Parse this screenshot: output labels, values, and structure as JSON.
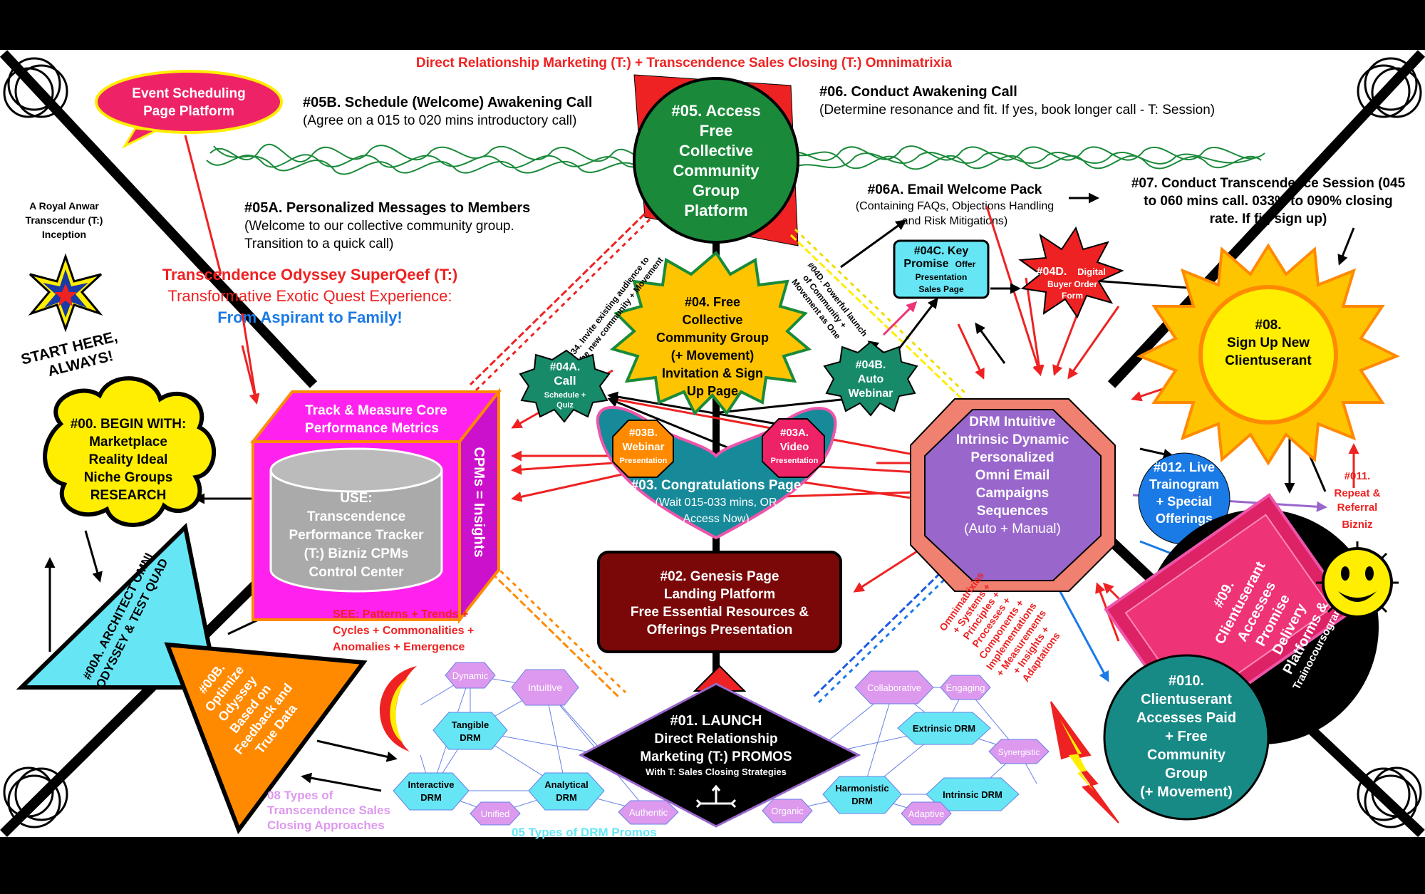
{
  "title": "Direct Relationship Marketing (T:) + Transcendence Sales Closing (T:) Omnimatrixia",
  "inception": [
    "A Royal Anwar",
    "Transcendur (T:)",
    "Inception"
  ],
  "start_here": [
    "START HERE,",
    "ALWAYS!"
  ],
  "event_scheduling": [
    "Event Scheduling",
    "Page Platform"
  ],
  "odyssey": {
    "line1": "Transcendence Odyssey SuperQeef (T:)",
    "line2": "Transformative Exotic Quest Experience:",
    "line3": "From Aspirant to Family!"
  },
  "step05b": {
    "title": "#05B. Schedule (Welcome) Awakening Call",
    "desc": "(Agree on a 015 to 020 mins introductory call)"
  },
  "step06": {
    "title": "#06. Conduct Awakening Call",
    "desc": "(Determine resonance and fit. If yes, book longer call - T: Session)"
  },
  "step05a": {
    "title": "#05A. Personalized Messages to Members",
    "desc1": "(Welcome to our collective community group.",
    "desc2": "Transition to a quick call)"
  },
  "step06a": {
    "title": "#06A. Email Welcome Pack",
    "desc1": "(Containing FAQs, Objections Handling",
    "desc2": "and Risk Mitigations)"
  },
  "step07": {
    "line1": "#07. Conduct Transcendence Session (045",
    "line2": "to 060 mins call. 033% to 090% closing",
    "line3": "rate. If fit, sign up)"
  },
  "step05": [
    "#05. Access",
    "Free",
    "Collective",
    "Community",
    "Group",
    "Platform"
  ],
  "step04": [
    "#04. Free",
    "Collective",
    "Community Group",
    "(+ Movement)",
    "Invitation & Sign",
    "Up Page"
  ],
  "step04a": {
    "title1": "#04A.",
    "title2": "Call",
    "sub1": "Schedule +",
    "sub2": "Quiz"
  },
  "step04b": {
    "title1": "#04B.",
    "title2": "Auto",
    "title3": "Webinar"
  },
  "step04c": {
    "title1": "#04C. Key",
    "title2": "Promise",
    "sub": "Offer",
    "sub2": "Presentation",
    "sub3": "Sales Page"
  },
  "step04d": {
    "title": "#04D.",
    "sub1": "Digital",
    "sub2": "Buyer Order",
    "sub3": "Form"
  },
  "step034": {
    "line1": "#034. Invite existing audience to",
    "line2": "the new community + Movement"
  },
  "step04d_launch": {
    "line1": "#04D. Powerful launch",
    "line2": "of Community +",
    "line3": "Movement as One"
  },
  "step03": {
    "title": "#03. Congratulations Page",
    "desc1": "(Wait 015-033 mins, OR",
    "desc2": "Access Now)"
  },
  "step03b": {
    "t1": "#03B.",
    "t2": "Webinar",
    "sub": "Presentation"
  },
  "step03a": {
    "t1": "#03A.",
    "t2": "Video",
    "sub": "Presentation"
  },
  "tracker": {
    "top1": "Track & Measure Core",
    "top2": "Performance Metrics",
    "side": "CPMs = Insights",
    "use": [
      "USE:",
      "Transcendence",
      "Performance Tracker",
      "(T:) Bizniz CPMs",
      "Control Center"
    ]
  },
  "see": [
    "SEE: Patterns + Trends +",
    "Cycles + Commonalities +",
    "Anomalies + Emergence"
  ],
  "step00": [
    "#00. BEGIN WITH:",
    "Marketplace",
    "Reality Ideal",
    "Niche Groups",
    "RESEARCH"
  ],
  "step00a": {
    "line1": "#00A. ARCHITECT OMNI",
    "line2": "ODYSSEY & TEST QUAD"
  },
  "step00b": [
    "#00B.",
    "Optimize",
    "Odyssey",
    "Based on",
    "Feedback and",
    "True Data"
  ],
  "step02": [
    "#02. Genesis Page",
    "Landing Platform",
    "Free Essential Resources &",
    "Offerings Presentation"
  ],
  "step01": {
    "l1": "#01. LAUNCH",
    "l2": "Direct Relationship",
    "l3": "Marketing (T:) PROMOS",
    "l4": "With T: Sales Closing Strategies"
  },
  "drm_hub": [
    "DRM Intuitive",
    "Intrinsic Dynamic",
    "Personalized",
    "Omni Email",
    "Campaigns",
    "Sequences",
    "(Auto + Manual)"
  ],
  "step08": [
    "#08.",
    "Sign Up New",
    "Clientuserant"
  ],
  "step012": [
    "#012. Live",
    "Trainogram",
    "+  Special",
    "Offerings"
  ],
  "step011": [
    "#011.",
    "Repeat &",
    "Referral",
    "Bizniz"
  ],
  "step09": [
    "#09.",
    "Clientuserant",
    "Accesses",
    "Promise",
    "Delivery",
    "Platforms &",
    "Trainocoursograms"
  ],
  "step010": [
    "#010.",
    "Clientuserant",
    "Accesses Paid",
    "+ Free",
    "Community",
    "Group",
    "(+ Movement)"
  ],
  "omnimatrixias": [
    "Omnimatrixias",
    "+ Systems +",
    "Principles +",
    "Processes +",
    "Components +",
    "Implementations",
    "+ Measurements",
    "+ Insights +",
    "Adaptations"
  ],
  "closing_types": [
    "08 Types of",
    "Transcendence  Sales",
    "Closing Approaches"
  ],
  "drm_types": "05 Types of DRM Promos",
  "promos_left": {
    "dynamic": "Dynamic",
    "intuitive": "Intuitive",
    "tangible": [
      "Tangible",
      "DRM"
    ],
    "interactive": [
      "Interactive",
      "DRM"
    ],
    "analytical": [
      "Analytical",
      "DRM"
    ],
    "unified": "Unified",
    "authentic": "Authentic"
  },
  "promos_right": {
    "collaborative": "Collaborative",
    "engaging": "Engaging",
    "extrinsic": "Extrinsic DRM",
    "synergistic": "Synergistic",
    "harmonistic": [
      "Harmonistic",
      "DRM"
    ],
    "intrinsic": "Intrinsic DRM",
    "organic": "Organic",
    "adaptive": "Adaptive"
  },
  "colors": {
    "red": "#ee2222",
    "green": "#1a8a3a",
    "yellow": "#ffee00",
    "magenta": "#ff22ee",
    "purple": "#9966cc",
    "maroon": "#7a0808",
    "cyan": "#66e6f5",
    "orange": "#ff8a00",
    "teal": "#178a86",
    "blue": "#1a7ae6",
    "pink": "#ee55aa",
    "lavender": "#dd99ee"
  }
}
